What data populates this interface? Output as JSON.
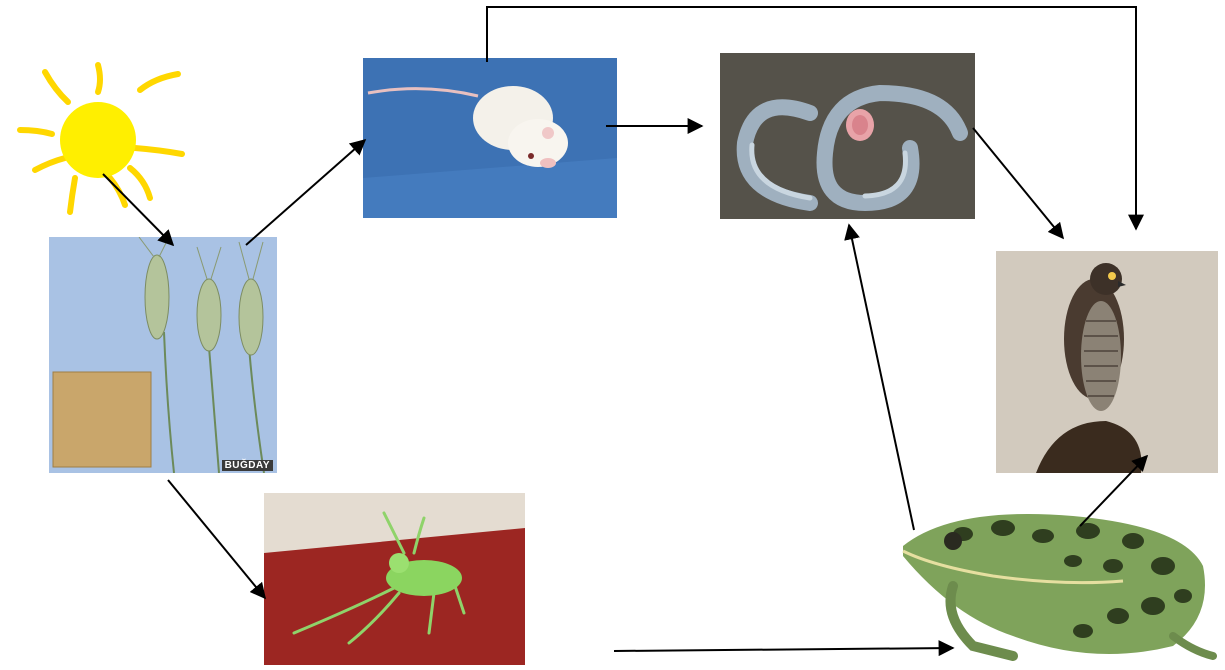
{
  "diagram": {
    "organisms": [
      {
        "id": "sun",
        "icon": "sun-icon"
      },
      {
        "id": "wheat",
        "icon": "wheat-photo",
        "caption": "BUĞDAY"
      },
      {
        "id": "mouse",
        "icon": "mouse-photo"
      },
      {
        "id": "snake",
        "icon": "snake-photo"
      },
      {
        "id": "hawk",
        "icon": "hawk-photo"
      },
      {
        "id": "grasshopper",
        "icon": "grasshopper-photo"
      },
      {
        "id": "frog",
        "icon": "frog-photo"
      }
    ],
    "links": [
      {
        "from": "sun",
        "to": "wheat"
      },
      {
        "from": "wheat",
        "to": "mouse"
      },
      {
        "from": "wheat",
        "to": "grasshopper"
      },
      {
        "from": "mouse",
        "to": "snake"
      },
      {
        "from": "mouse",
        "to": "hawk"
      },
      {
        "from": "snake",
        "to": "hawk"
      },
      {
        "from": "frog",
        "to": "snake"
      },
      {
        "from": "frog",
        "to": "hawk"
      },
      {
        "from": "grasshopper",
        "to": "frog"
      }
    ],
    "colors": {
      "arrow": "#000000",
      "sun": "#ffef00",
      "sun_ray": "#ffd700"
    }
  }
}
